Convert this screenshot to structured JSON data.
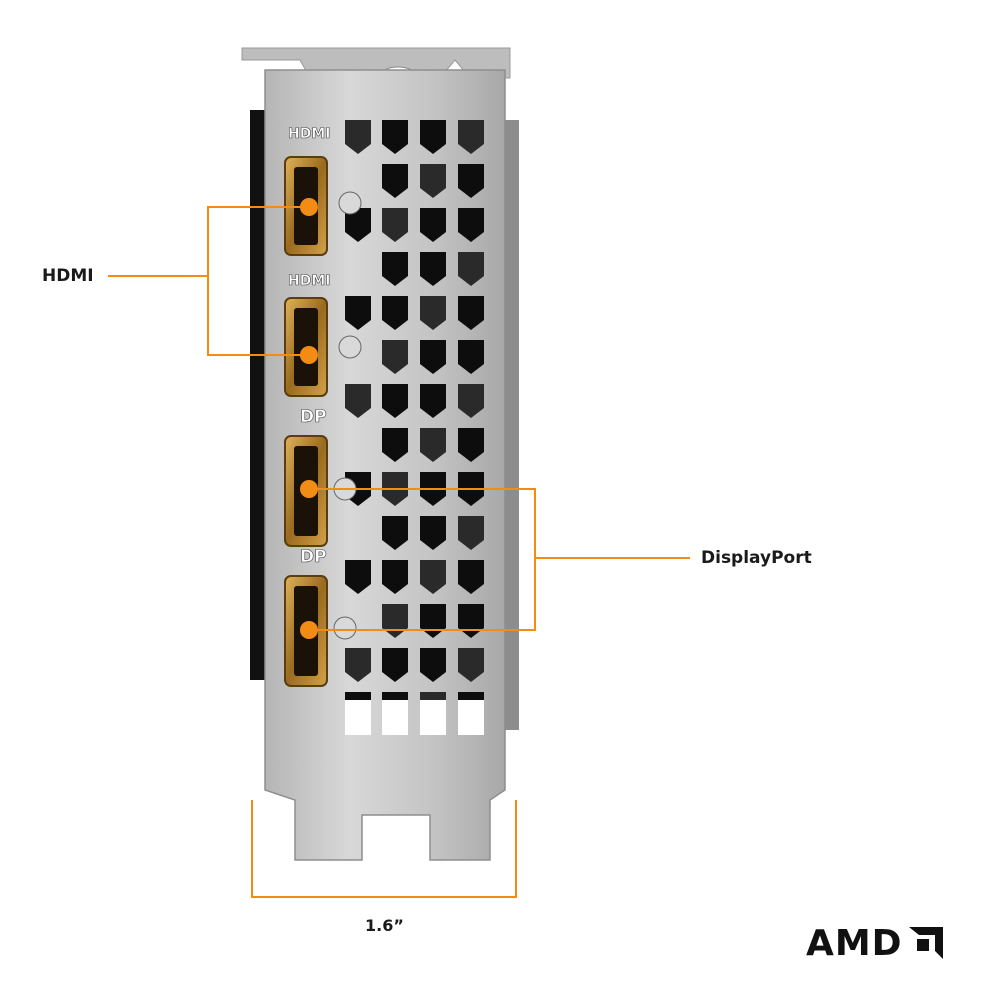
{
  "bracket": {
    "port_labels": [
      "HDMI",
      "HDMI",
      "DP",
      "DP"
    ]
  },
  "callouts": {
    "hdmi": "HDMI",
    "displayport": "DisplayPort"
  },
  "dimension": {
    "width_label": "1.6”"
  },
  "logo": {
    "text": "AMD"
  },
  "colors": {
    "accent": "#F28C14",
    "bracket": "#c9c9c9",
    "port_gold": "#b8862b",
    "heatsink": "#1b1b1b"
  }
}
